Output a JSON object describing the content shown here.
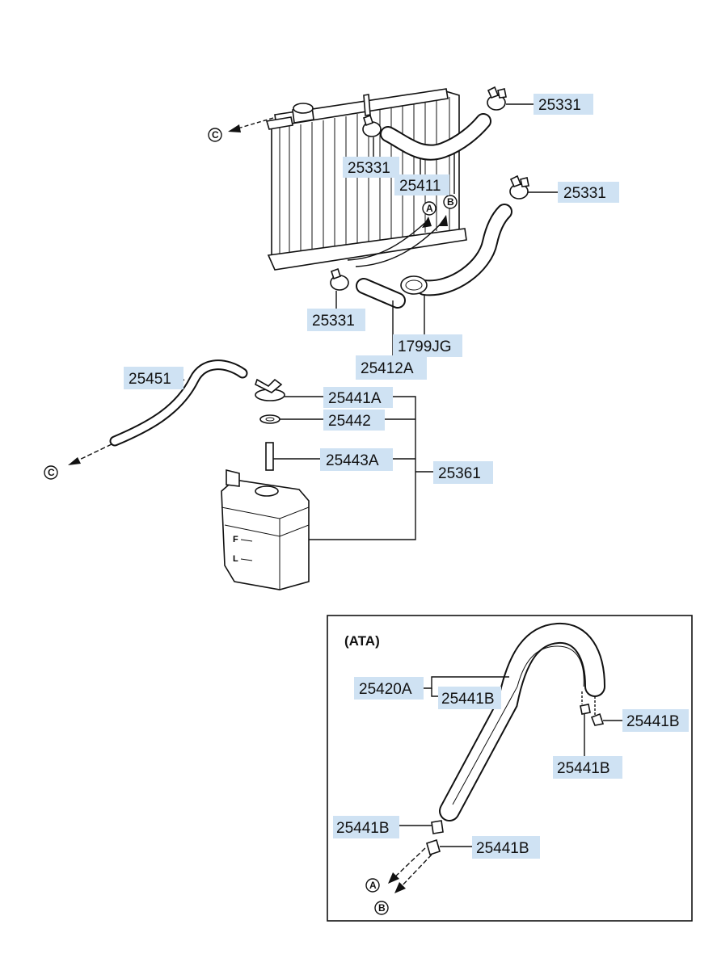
{
  "labels": {
    "p25331_top": "25331",
    "p25331_left": "25331",
    "p25411": "25411",
    "p25331_right": "25331",
    "p25331_low": "25331",
    "p1799JG": "1799JG",
    "p25412A": "25412A",
    "p25451": "25451",
    "p25441A": "25441A",
    "p25442": "25442",
    "p25443A": "25443A",
    "p25361": "25361",
    "p25420A": "25420A",
    "p25441B_a": "25441B",
    "p25441B_b": "25441B",
    "p25441B_c": "25441B",
    "p25441B_d": "25441B",
    "p25441B_e": "25441B"
  },
  "markers": {
    "a": "A",
    "b": "B",
    "c": "C"
  },
  "inset": {
    "title": "(ATA)"
  },
  "reservoir_marks": {
    "full": "F",
    "low": "L"
  }
}
